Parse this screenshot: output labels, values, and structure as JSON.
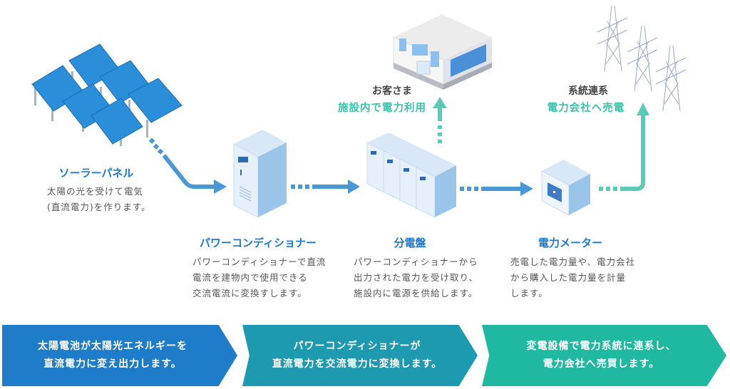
{
  "steps": [
    {
      "title": "ソーラーパネル",
      "desc": [
        "太陽の光を受けて電気",
        "(直流電力)を作ります。"
      ]
    },
    {
      "title": "パワーコンディショナー",
      "desc": [
        "パワーコンディショナーで直流",
        "電流を建物内で使用できる",
        "交流電流に変換すします。"
      ]
    },
    {
      "title": "分電盤",
      "desc": [
        "パワーコンディショナーから",
        "出力された電力を受け取り、",
        "施設内に電源を供給します。"
      ]
    },
    {
      "title": "電力メーター",
      "desc": [
        "売電した電力量や、電力会社",
        "から購入した電力量を計量",
        "します。"
      ]
    }
  ],
  "destinations": {
    "customer": {
      "label": "お客さま",
      "sub": "施設内で電力利用"
    },
    "grid": {
      "label": "系統連系",
      "sub": "電力会社へ売電"
    }
  },
  "banners": [
    {
      "lines": [
        "太陽電池が太陽光エネルギーを",
        "直流電力に変え出力します。"
      ]
    },
    {
      "lines": [
        "パワーコンディショナーが",
        "直流電力を交流電力に変換します。"
      ]
    },
    {
      "lines": [
        "変電設備で電力系統に連系し、",
        "電力会社へ売買します。"
      ]
    }
  ],
  "colors": {
    "blue": "#1e7cc8",
    "teal_blue": "#1e9ab0",
    "teal": "#1fb8a0",
    "flow_blue": "#4a97d6",
    "flow_teal": "#5ccbb5"
  }
}
